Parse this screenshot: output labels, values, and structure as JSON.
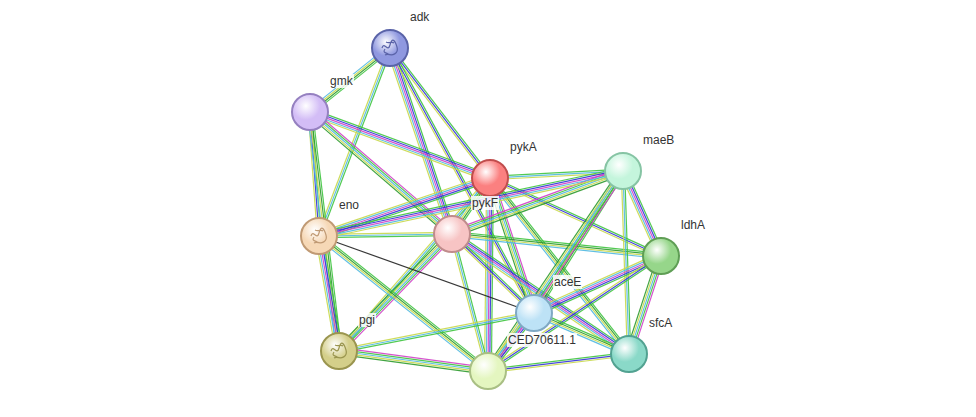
{
  "diagram": {
    "nodes": [
      {
        "text": [
          "adk"
        ]
      },
      {
        "text": [
          "gmk"
        ]
      },
      {
        "text": [
          "pykA"
        ]
      },
      {
        "text": [
          "maeB"
        ]
      },
      {
        "text": [
          "eno"
        ]
      },
      {
        "text": [
          "pykF"
        ]
      },
      {
        "text": [
          "ldhA"
        ]
      },
      {
        "text": [
          "aceE"
        ]
      },
      {
        "text": [
          "pgi"
        ]
      },
      {
        "text": [
          "CED70611.1"
        ]
      },
      {
        "text": [
          "sfcA"
        ]
      }
    ],
    "edges": [
      {
        "from": 0,
        "to": 1,
        "arrow": "none"
      },
      {
        "from": 0,
        "to": 4,
        "arrow": "none"
      },
      {
        "from": 0,
        "to": 2,
        "arrow": "none"
      },
      {
        "from": 0,
        "to": 5,
        "arrow": "none"
      },
      {
        "from": 0,
        "to": 7,
        "arrow": "none"
      },
      {
        "from": 1,
        "to": 4,
        "arrow": "none"
      },
      {
        "from": 1,
        "to": 8,
        "arrow": "none"
      },
      {
        "from": 1,
        "to": 2,
        "arrow": "none"
      },
      {
        "from": 1,
        "to": 5,
        "arrow": "none"
      },
      {
        "from": 2,
        "to": 3,
        "arrow": "none"
      },
      {
        "from": 2,
        "to": 6,
        "arrow": "none"
      },
      {
        "from": 2,
        "to": 10,
        "arrow": "none"
      },
      {
        "from": 2,
        "to": 7,
        "arrow": "none"
      },
      {
        "from": 2,
        "to": 9,
        "arrow": "none"
      },
      {
        "from": 2,
        "to": 5,
        "arrow": "none"
      },
      {
        "from": 2,
        "to": 4,
        "arrow": "none"
      },
      {
        "from": 2,
        "to": 8,
        "arrow": "none"
      },
      {
        "from": 5,
        "to": 3,
        "arrow": "none"
      },
      {
        "from": 5,
        "to": 6,
        "arrow": "none"
      },
      {
        "from": 5,
        "to": 10,
        "arrow": "none"
      },
      {
        "from": 5,
        "to": 7,
        "arrow": "none"
      },
      {
        "from": 5,
        "to": 9,
        "arrow": "none"
      },
      {
        "from": 5,
        "to": 4,
        "arrow": "none"
      },
      {
        "from": 5,
        "to": 8,
        "arrow": "none"
      },
      {
        "from": 4,
        "to": 8,
        "arrow": "none"
      },
      {
        "from": 4,
        "to": 7,
        "arrow": "none"
      },
      {
        "from": 4,
        "to": 9,
        "arrow": "none"
      },
      {
        "from": 4,
        "to": 3,
        "arrow": "none"
      },
      {
        "from": 3,
        "to": 6,
        "arrow": "none"
      },
      {
        "from": 3,
        "to": 7,
        "arrow": "none"
      },
      {
        "from": 3,
        "to": 10,
        "arrow": "none"
      },
      {
        "from": 3,
        "to": 9,
        "arrow": "none"
      },
      {
        "from": 6,
        "to": 7,
        "arrow": "none"
      },
      {
        "from": 6,
        "to": 10,
        "arrow": "none"
      },
      {
        "from": 6,
        "to": 9,
        "arrow": "none"
      },
      {
        "from": 7,
        "to": 9,
        "arrow": "none"
      },
      {
        "from": 7,
        "to": 10,
        "arrow": "none"
      },
      {
        "from": 7,
        "to": 8,
        "arrow": "none"
      },
      {
        "from": 8,
        "to": 9,
        "arrow": "none"
      },
      {
        "from": 9,
        "to": 10,
        "arrow": "none"
      }
    ]
  }
}
